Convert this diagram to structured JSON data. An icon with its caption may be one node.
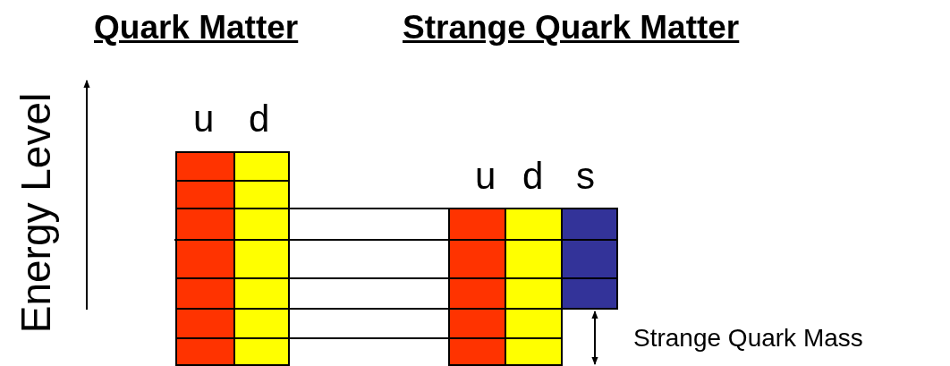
{
  "diagram": {
    "labels": [
      "Quark Matter",
      "Strange Quark Matter",
      "Energy Level",
      "u",
      "d",
      "u",
      "d",
      "s",
      "Strange Quark Mass"
    ]
  }
}
